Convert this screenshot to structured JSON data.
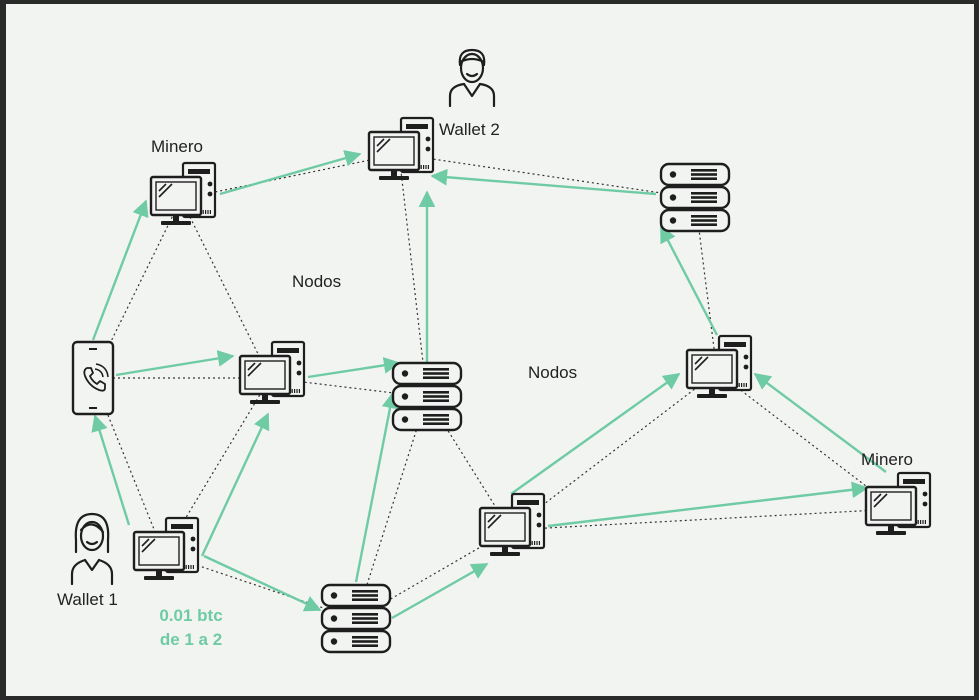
{
  "labels": {
    "minero_top": "Minero",
    "wallet2": "Wallet 2",
    "nodos_left": "Nodos",
    "nodos_right": "Nodos",
    "minero_right": "Minero",
    "wallet1": "Wallet 1"
  },
  "transaction": {
    "amount": "0.01 btc",
    "route": "de 1 a 2"
  },
  "colors": {
    "edge_green": "#6fcba4",
    "dotted": "#333333",
    "device": "#1e1e1e",
    "background": "#f2f4f2"
  },
  "nodes": [
    {
      "id": "pc-minero-top",
      "kind": "computer"
    },
    {
      "id": "pc-wallet2",
      "kind": "computer"
    },
    {
      "id": "server-top-right",
      "kind": "server"
    },
    {
      "id": "phone",
      "kind": "phone"
    },
    {
      "id": "pc-center-left",
      "kind": "computer"
    },
    {
      "id": "server-center",
      "kind": "server"
    },
    {
      "id": "pc-center-right",
      "kind": "computer"
    },
    {
      "id": "pc-wallet1",
      "kind": "computer"
    },
    {
      "id": "server-bottom",
      "kind": "server"
    },
    {
      "id": "pc-bottom-mid",
      "kind": "computer"
    },
    {
      "id": "pc-minero-right",
      "kind": "computer"
    }
  ],
  "edges_dotted": [
    [
      "pc-minero-top",
      "pc-wallet2"
    ],
    [
      "pc-minero-top",
      "phone"
    ],
    [
      "pc-minero-top",
      "pc-center-left"
    ],
    [
      "pc-wallet2",
      "server-top-right"
    ],
    [
      "pc-wallet2",
      "server-center"
    ],
    [
      "server-top-right",
      "pc-center-right"
    ],
    [
      "phone",
      "pc-center-left"
    ],
    [
      "phone",
      "pc-wallet1"
    ],
    [
      "pc-center-left",
      "server-center"
    ],
    [
      "pc-center-left",
      "pc-wallet1"
    ],
    [
      "server-center",
      "server-bottom"
    ],
    [
      "server-center",
      "pc-bottom-mid"
    ],
    [
      "pc-wallet1",
      "server-bottom"
    ],
    [
      "server-bottom",
      "pc-bottom-mid"
    ],
    [
      "pc-bottom-mid",
      "pc-center-right"
    ],
    [
      "pc-center-right",
      "pc-minero-right"
    ],
    [
      "pc-bottom-mid",
      "pc-minero-right"
    ]
  ],
  "edges_arrows": [
    [
      "phone",
      "pc-minero-top"
    ],
    [
      "pc-minero-top",
      "pc-wallet2"
    ],
    [
      "phone",
      "pc-center-left"
    ],
    [
      "pc-center-left",
      "server-center"
    ],
    [
      "server-center",
      "pc-wallet2"
    ],
    [
      "server-top-right",
      "pc-wallet2"
    ],
    [
      "pc-wallet1",
      "phone"
    ],
    [
      "pc-wallet1",
      "pc-center-left"
    ],
    [
      "pc-wallet1",
      "server-bottom"
    ],
    [
      "server-bottom",
      "server-center"
    ],
    [
      "server-bottom",
      "pc-bottom-mid"
    ],
    [
      "pc-bottom-mid",
      "pc-center-right"
    ],
    [
      "pc-center-right",
      "server-top-right"
    ],
    [
      "pc-minero-right",
      "pc-center-right"
    ],
    [
      "pc-bottom-mid",
      "pc-minero-right"
    ]
  ]
}
